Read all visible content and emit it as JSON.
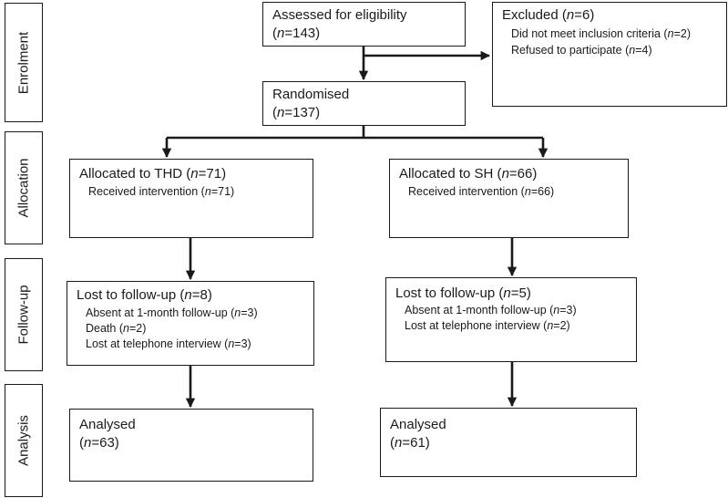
{
  "stages": {
    "enrolment": "Enrolment",
    "allocation": "Allocation",
    "follow_up": "Follow-up",
    "analysis": "Analysis"
  },
  "assessed": {
    "title": "Assessed for eligibility",
    "n_prefix": "(",
    "n_label": "n",
    "n_value": "=143)"
  },
  "excluded": {
    "title": "Excluded (",
    "n_label": "n",
    "n_value": "=6)",
    "reasons": [
      {
        "text": "Did not meet inclusion criteria (",
        "n_label": "n",
        "n_value": "=2)"
      },
      {
        "text": "Refused to participate (",
        "n_label": "n",
        "n_value": "=4)"
      }
    ]
  },
  "randomised": {
    "title": "Randomised",
    "n_prefix": "(",
    "n_label": "n",
    "n_value": "=137)"
  },
  "thd": {
    "allocated": {
      "title": "Allocated to THD (",
      "n_label": "n",
      "n_value": "=71)",
      "detail": {
        "text": "Received intervention (",
        "n_label": "n",
        "n_value": "=71)"
      }
    },
    "lost": {
      "title": "Lost to follow-up (",
      "n_label": "n",
      "n_value": "=8)",
      "items": [
        {
          "text": "Absent at 1-month follow-up (",
          "n_label": "n",
          "n_value": "=3)"
        },
        {
          "text": "Death (",
          "n_label": "n",
          "n_value": "=2)"
        },
        {
          "text": "Lost at telephone interview (",
          "n_label": "n",
          "n_value": "=3)"
        }
      ]
    },
    "analysed": {
      "title": "Analysed",
      "n_prefix": "(",
      "n_label": "n",
      "n_value": "=63)"
    }
  },
  "sh": {
    "allocated": {
      "title": "Allocated to SH (",
      "n_label": "n",
      "n_value": "=66)",
      "detail": {
        "text": "Received intervention (",
        "n_label": "n",
        "n_value": "=66)"
      }
    },
    "lost": {
      "title": "Lost to follow-up (",
      "n_label": "n",
      "n_value": "=5)",
      "items": [
        {
          "text": "Absent at 1-month follow-up (",
          "n_label": "n",
          "n_value": "=3)"
        },
        {
          "text": "Lost at telephone interview (",
          "n_label": "n",
          "n_value": "=2)"
        }
      ]
    },
    "analysed": {
      "title": "Analysed",
      "n_prefix": "(",
      "n_label": "n",
      "n_value": "=61)"
    }
  }
}
